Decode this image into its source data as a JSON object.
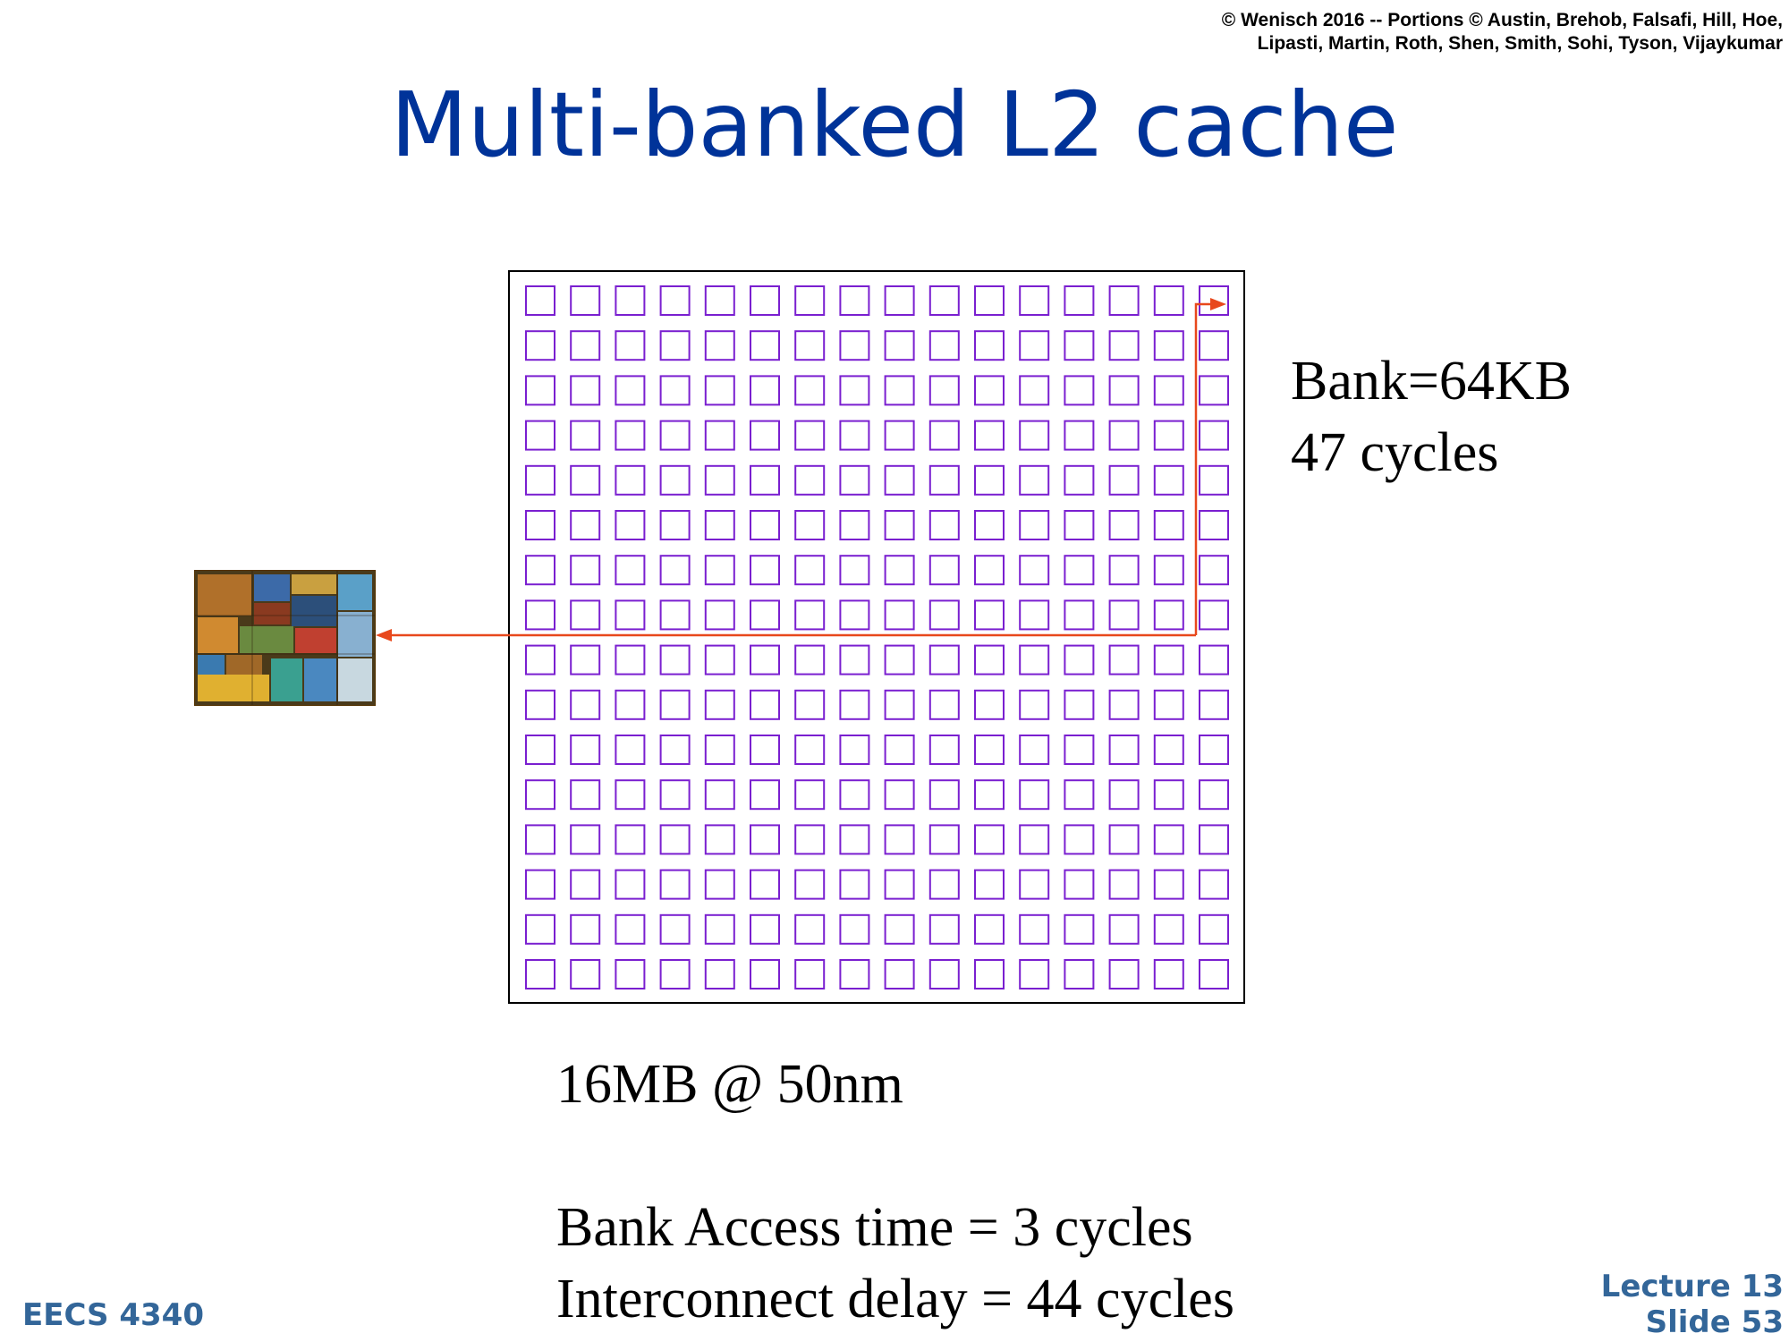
{
  "header": {
    "copyright_line1": "© Wenisch 2016 -- Portions © Austin, Brehob, Falsafi, Hill, Hoe,",
    "copyright_line2": "Lipasti, Martin, Roth, Shen, Smith, Sohi, Tyson, Vijaykumar"
  },
  "title": "Multi-banked L2 cache",
  "diagram": {
    "grid_rows": 16,
    "grid_cols": 16,
    "bank_color": "#7a1fd0",
    "arrow_color": "#e8481c",
    "frame_color": "#000000"
  },
  "bank_info": {
    "size": "Bank=64KB",
    "latency": "47 cycles"
  },
  "capacity": "16MB @ 50nm",
  "timing": {
    "access": "Bank Access time = 3 cycles",
    "interconnect": "Interconnect delay = 44 cycles"
  },
  "footer": {
    "course": "EECS 4340",
    "lecture": "Lecture 13",
    "slide": "Slide 53"
  },
  "colors": {
    "title": "#003399",
    "footer": "#336699"
  }
}
